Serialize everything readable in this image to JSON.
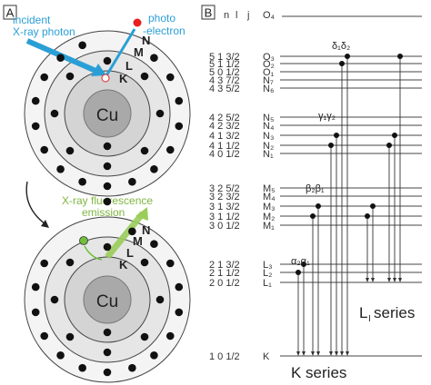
{
  "panel_a": {
    "label": "A",
    "incident_label_1": "incident",
    "incident_label_2": "X-ray photon",
    "photo_label_1": "photo",
    "photo_label_2": "-electron",
    "shell_K": "K",
    "shell_L": "L",
    "shell_M": "M",
    "shell_N": "N",
    "nucleus": "Cu",
    "fluor_label_1": "X-ray fluorescence",
    "fluor_label_2": "emission",
    "shell_K2": "K",
    "shell_L2": "L",
    "shell_M2": "M",
    "shell_N2": "N",
    "nucleus2": "Cu"
  },
  "panel_b": {
    "label": "B",
    "header": {
      "n": "n",
      "l": "l",
      "j": "j",
      "o4": "O₄"
    },
    "levels": [
      {
        "q": "5  1  3/2",
        "name": "O₃"
      },
      {
        "q": "5  1  1/2",
        "name": "O₂"
      },
      {
        "q": "5  0  1/2",
        "name": "O₁"
      },
      {
        "q": "4  3  7/2",
        "name": "N₇"
      },
      {
        "q": "4  3  5/2",
        "name": "N₆"
      },
      {
        "q": "4  2  5/2",
        "name": "N₅"
      },
      {
        "q": "4  2  3/2",
        "name": "N₄"
      },
      {
        "q": "4  1  3/2",
        "name": "N₃"
      },
      {
        "q": "4  1  1/2",
        "name": "N₂"
      },
      {
        "q": "4  0  1/2",
        "name": "N₁"
      },
      {
        "q": "3  2  5/2",
        "name": "M₅"
      },
      {
        "q": "3  2  3/2",
        "name": "M₄"
      },
      {
        "q": "3  1  3/2",
        "name": "M₃"
      },
      {
        "q": "3  1  1/2",
        "name": "M₂"
      },
      {
        "q": "3  0  1/2",
        "name": "M₁"
      },
      {
        "q": "2  1  3/2",
        "name": "L₃"
      },
      {
        "q": "2  1  1/2",
        "name": "L₂"
      },
      {
        "q": "2  0  1/2",
        "name": "L₁"
      },
      {
        "q": "1  0  1/2",
        "name": "K"
      }
    ],
    "greek_delta": "δ₁δ₂",
    "greek_gamma": "γ₁γ₂",
    "greek_beta": "β₂β₁",
    "greek_alpha": "α₂α₁",
    "l_series": "L",
    "l_series_sub": "I",
    "l_series_word": "series",
    "k_series": "K series"
  },
  "colors": {
    "incident": "#2a9fd6",
    "photoelectron": "#e8201f",
    "fluorescence": "#9acd5a",
    "green_electron": "#6fbf3a"
  }
}
